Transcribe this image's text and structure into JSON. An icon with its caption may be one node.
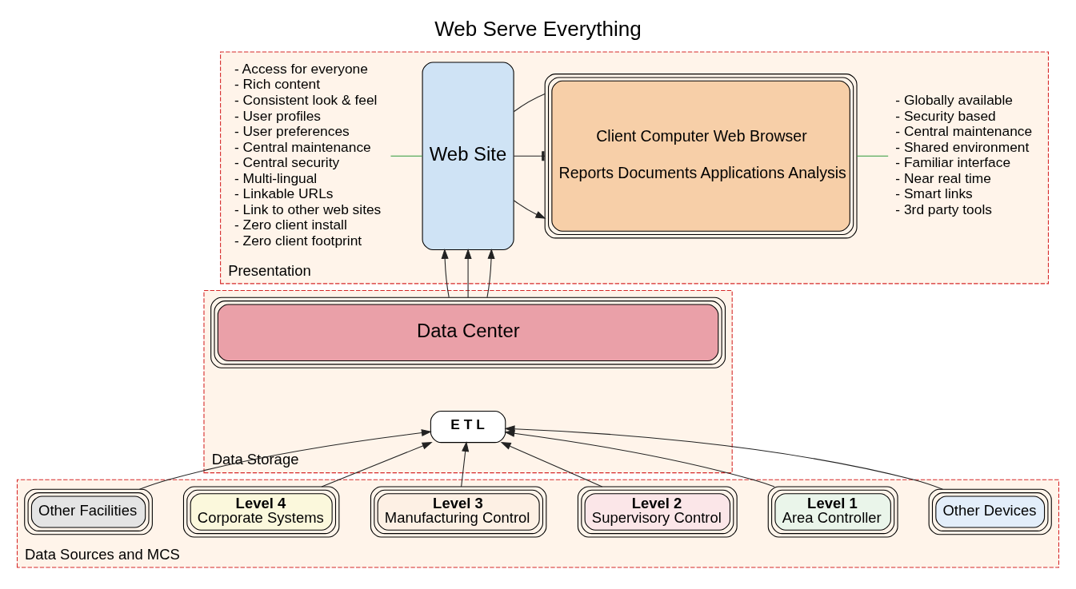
{
  "diagram": {
    "title": "Web Serve Everything",
    "nodes": [
      {
        "text": [
          "Presentation"
        ]
      },
      {
        "text": [
          "- Access for everyone",
          "- Rich content",
          "- Consistent look & feel",
          "- User profiles",
          "- User preferences",
          "- Central maintenance",
          "- Central security",
          "- Multi-lingual",
          "- Linkable URLs",
          "- Link to other web sites",
          "- Zero client install",
          "- Zero client footprint"
        ],
        "in": 0
      },
      {
        "text": [
          "Web Site"
        ],
        "in": 0
      },
      {
        "text": [
          "Client Computer Web Browser",
          "Reports Documents Applications Analysis"
        ],
        "in": 0
      },
      {
        "text": [
          "- Globally available",
          "- Security based",
          "- Central maintenance",
          "- Shared environment",
          "- Familiar interface",
          "- Near real time",
          "- Smart links",
          "- 3rd party tools"
        ],
        "in": 0
      },
      {
        "text": [
          "Data Storage"
        ]
      },
      {
        "text": [
          "Data Center"
        ],
        "in": 5
      },
      {
        "text": [
          "E T L"
        ],
        "in": 5
      },
      {
        "text": [
          "Data Sources and MCS"
        ]
      },
      {
        "text": [
          "Other Devices"
        ],
        "in": 8
      },
      {
        "text": [
          "Level 1",
          "Area Controller"
        ],
        "in": 8
      },
      {
        "text": [
          "Level 2",
          "Supervisory Control"
        ],
        "in": 8
      },
      {
        "text": [
          "Level 3",
          "Manufacturing Control"
        ],
        "in": 8
      },
      {
        "text": [
          "Level 4",
          "Corporate Systems"
        ],
        "in": 8
      },
      {
        "text": [
          "Other Facilities"
        ],
        "in": 8
      }
    ],
    "edges": [
      {
        "from": 1,
        "to": 2,
        "arrow": "none",
        "color": "#2e9a3a"
      },
      {
        "from": 2,
        "to": 3,
        "arrow": "none"
      },
      {
        "from": 2,
        "to": 3,
        "arrow": "other"
      },
      {
        "from": 2,
        "to": 3,
        "arrow": "to"
      },
      {
        "from": 3,
        "to": 4,
        "arrow": "none",
        "color": "#2e9a3a"
      },
      {
        "from": 6,
        "to": 2,
        "arrow": "to"
      },
      {
        "from": 6,
        "to": 2,
        "arrow": "to"
      },
      {
        "from": 6,
        "to": 2,
        "arrow": "to"
      },
      {
        "from": 9,
        "to": 7,
        "arrow": "to"
      },
      {
        "from": 10,
        "to": 7,
        "arrow": "to"
      },
      {
        "from": 11,
        "to": 7,
        "arrow": "to"
      },
      {
        "from": 12,
        "to": 7,
        "arrow": "to"
      },
      {
        "from": 13,
        "to": 7,
        "arrow": "to"
      },
      {
        "from": 14,
        "to": 7,
        "arrow": "to"
      }
    ]
  }
}
